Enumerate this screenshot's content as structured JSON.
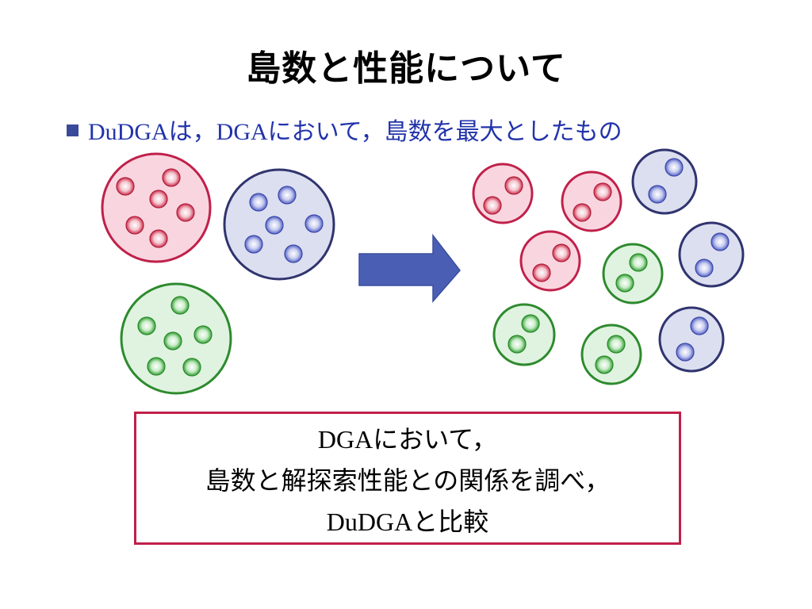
{
  "slide": {
    "title": "島数と性能について",
    "bullet": {
      "prefix_latin": "DuDGA",
      "text1": "は，",
      "mid_latin": "DGA",
      "text2": "において，島数を最大としたもの"
    },
    "box": {
      "line1_latin": "DGA",
      "line1_text": "において，",
      "line2_text": "島数と解探索性能との関係を調べ，",
      "line3_latin": "DuDGA",
      "line3_text": "と比較"
    }
  },
  "colors": {
    "red_fill": "#f9d6df",
    "red_stroke": "#c0204a",
    "red_ball": "#d2334f",
    "blue_fill": "#dcdff0",
    "blue_stroke": "#30346e",
    "blue_ball": "#5a66c8",
    "green_fill": "#dff3e0",
    "green_stroke": "#2e8a2e",
    "green_ball": "#3ea83e",
    "arrow": "#4a5fb4",
    "box_border": "#c0204a"
  },
  "icons": [
    "bullet-square-icon",
    "right-arrow-icon"
  ]
}
